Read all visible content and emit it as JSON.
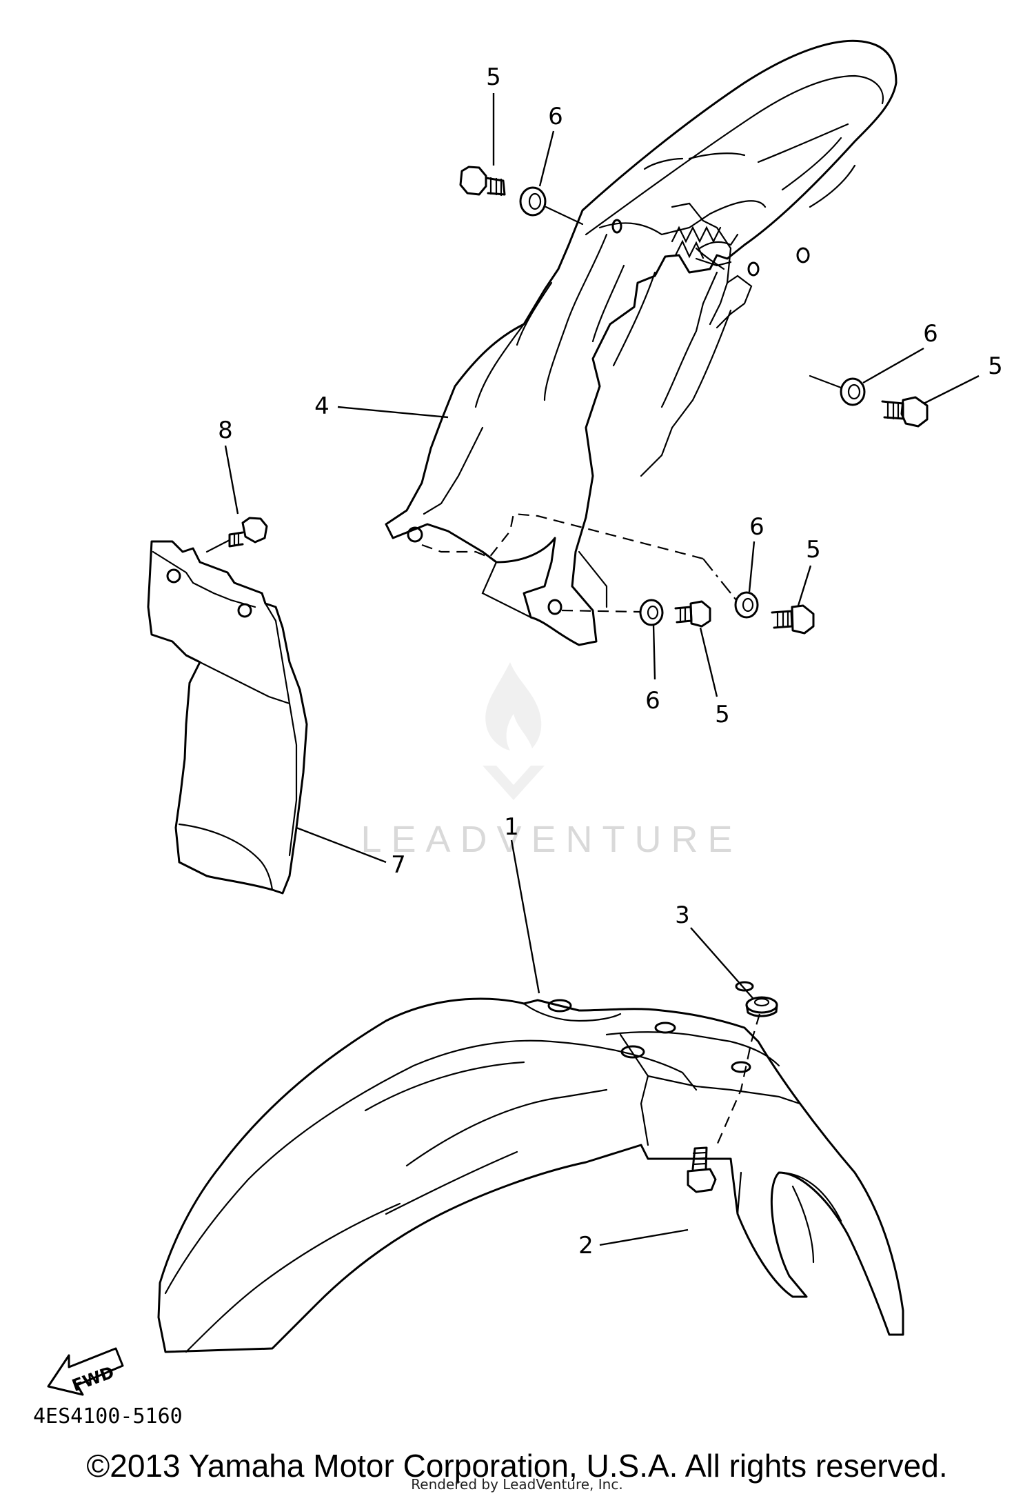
{
  "diagram": {
    "callouts": {
      "c1": "1",
      "c2": "2",
      "c3": "3",
      "c4": "4",
      "c5a": "5",
      "c5b": "5",
      "c5c": "5",
      "c5d": "5",
      "c6a": "6",
      "c6b": "6",
      "c6c": "6",
      "c6d": "6",
      "c7": "7",
      "c8": "8"
    },
    "direction_label": "FWD",
    "drawing_code": "4ES4100-5160",
    "watermark": "LEADVENTURE",
    "copyright": "©2013 Yamaha Motor Corporation, U.S.A. All rights reserved.",
    "rendered_by": "Rendered by LeadVenture, Inc."
  }
}
